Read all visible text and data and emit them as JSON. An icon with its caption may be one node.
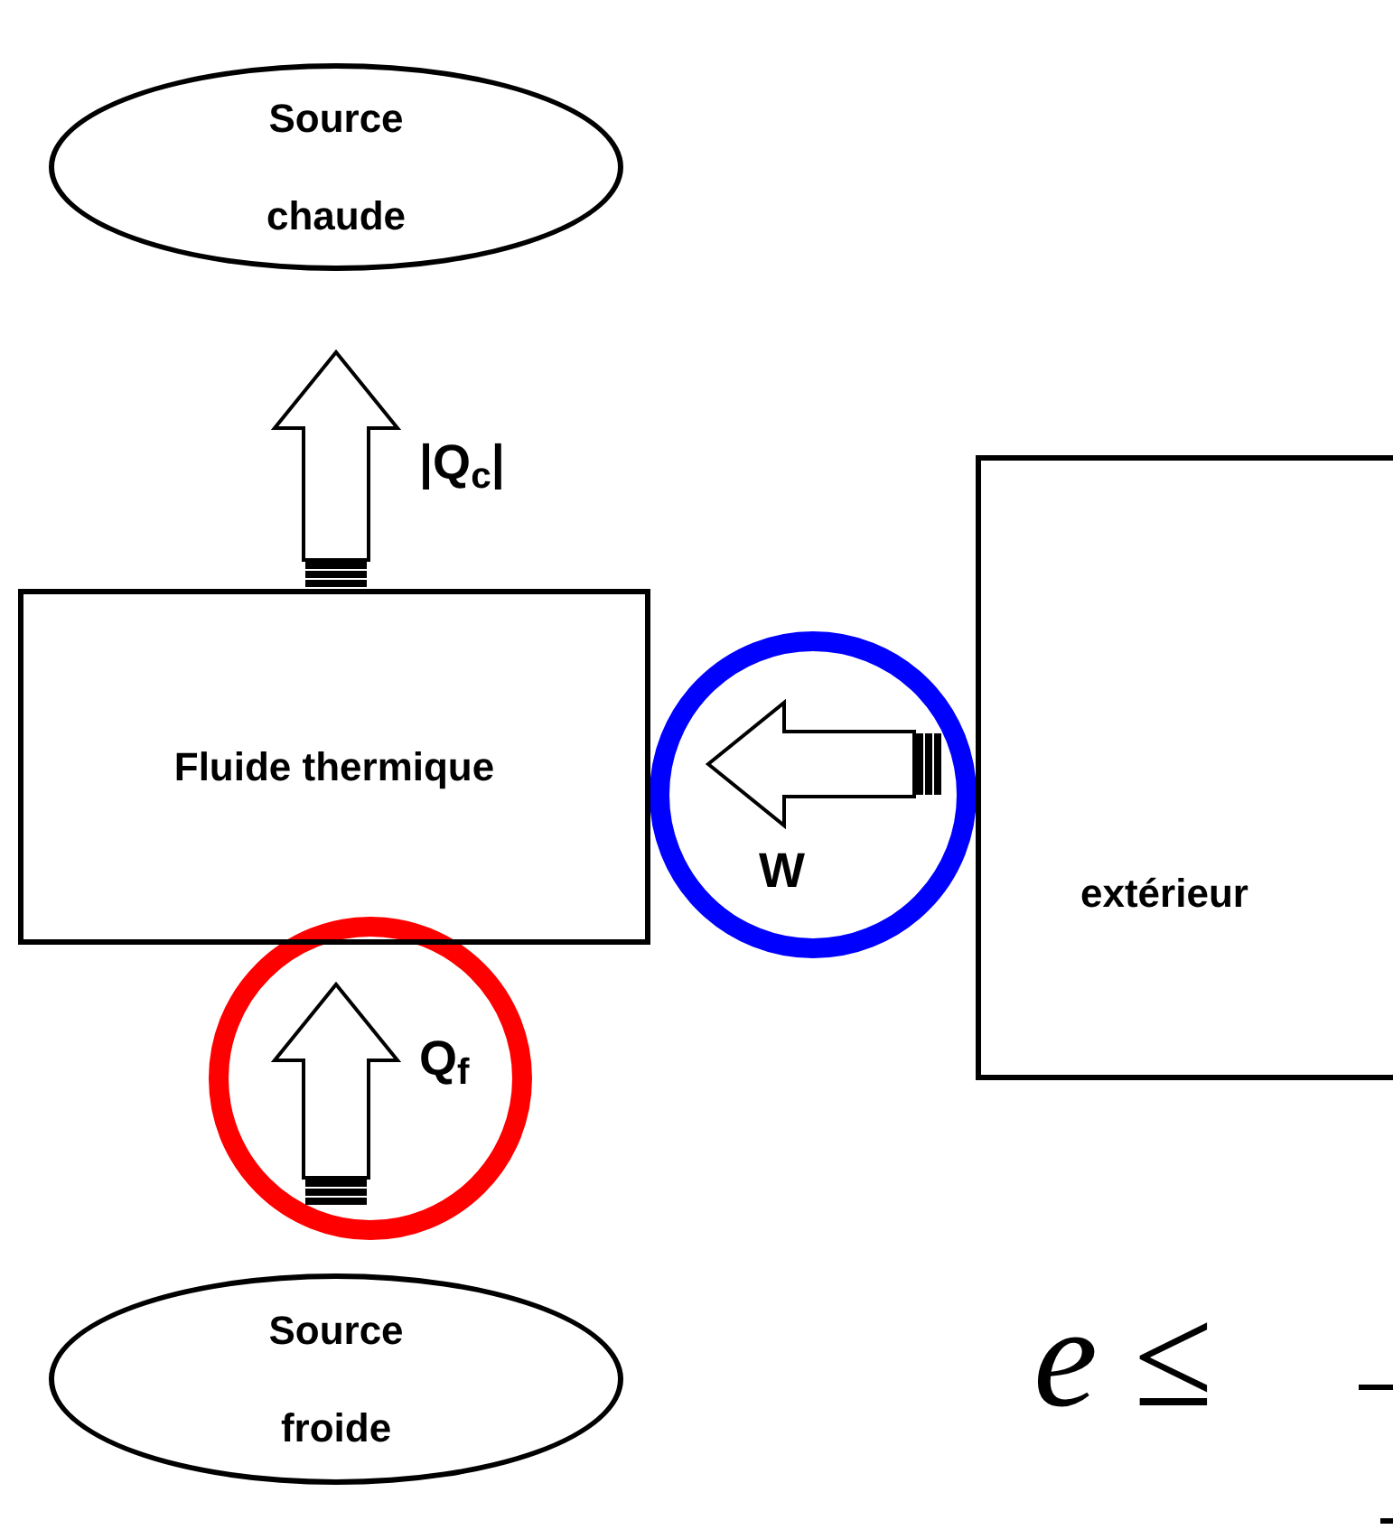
{
  "diagram": {
    "nodes": [
      {
        "text": [
          "Source chaude"
        ]
      },
      {
        "text": [
          "Fluide thermique"
        ]
      },
      {
        "text": [
          "extérieur"
        ]
      },
      {
        "text": [
          "Source froide"
        ]
      }
    ],
    "edges": [
      {
        "from": 1,
        "to": 0,
        "arrow": "to",
        "label": "|Q$_{c}$|"
      },
      {
        "from": 2,
        "to": 1,
        "arrow": "to",
        "label": "W"
      },
      {
        "from": 3,
        "to": 1,
        "arrow": "to",
        "label": "Q$_{f}$"
      }
    ],
    "labels": [
      "*e* ≤"
    ]
  }
}
